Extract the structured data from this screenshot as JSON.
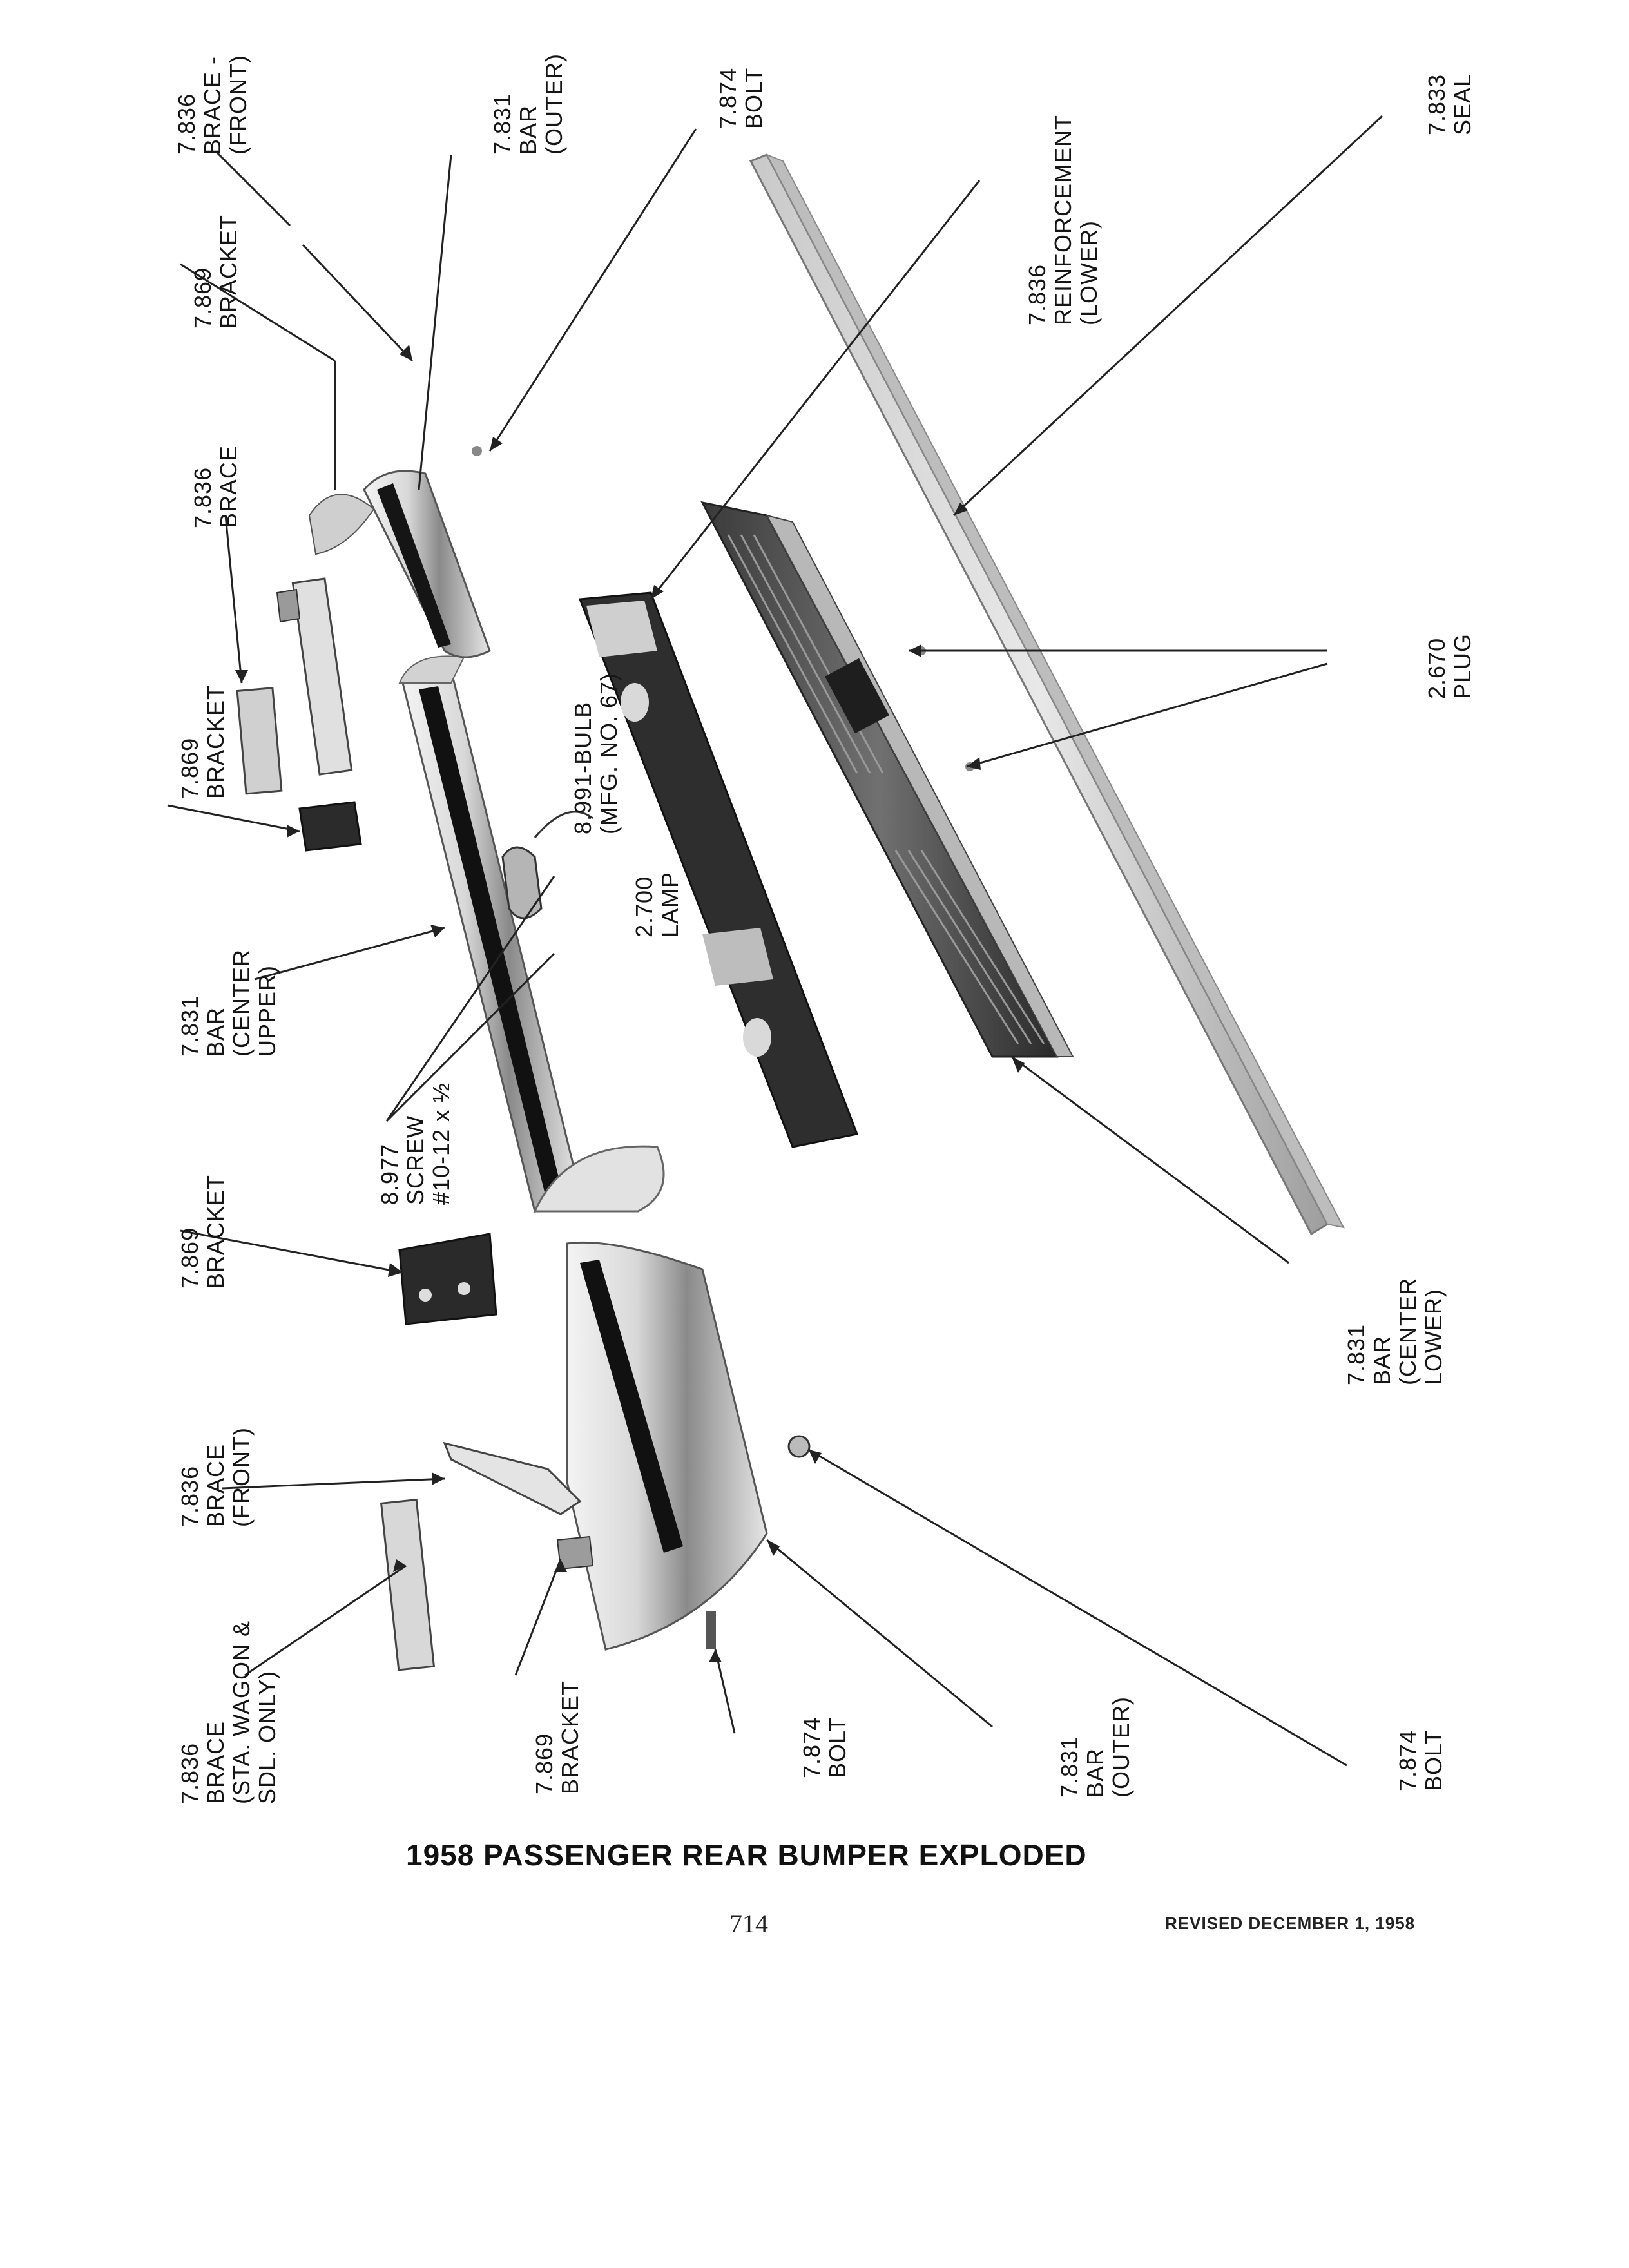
{
  "callouts": {
    "brace_front_top": [
      "7.836",
      "BRACE -",
      "(FRONT)"
    ],
    "bar_outer_top": [
      "7.831",
      "BAR",
      "(OUTER)"
    ],
    "bolt_top": [
      "7.874",
      "BOLT"
    ],
    "reinforcement_lower": [
      "7.836",
      "REINFORCEMENT",
      "(LOWER)"
    ],
    "seal": [
      "7.833",
      "SEAL"
    ],
    "bracket_upper": [
      "7.869",
      "BRACKET"
    ],
    "brace_upper": [
      "7.836",
      "BRACE"
    ],
    "bracket_mid": [
      "7.869",
      "BRACKET"
    ],
    "bulb": [
      "8.991-BULB",
      "(MFG. NO. 67)"
    ],
    "plug": [
      "2.670",
      "PLUG"
    ],
    "lamp": [
      "2.700",
      "LAMP"
    ],
    "bar_center_upper": [
      "7.831",
      "BAR",
      "(CENTER",
      "UPPER)"
    ],
    "screw": [
      "8.977",
      "SCREW",
      "#10-12 x ½"
    ],
    "bracket_lower_left": [
      "7.869",
      "BRACKET"
    ],
    "bar_center_lower": [
      "7.831",
      "BAR",
      "(CENTER",
      "LOWER)"
    ],
    "brace_front_bottom": [
      "7.836",
      "BRACE",
      "(FRONT)"
    ],
    "brace_sta_wagon": [
      "7.836",
      "BRACE",
      "(STA. WAGON &",
      "SDL. ONLY)"
    ],
    "bracket_bottom": [
      "7.869",
      "BRACKET"
    ],
    "bolt_bottom_left": [
      "7.874",
      "BOLT"
    ],
    "bar_outer_bottom": [
      "7.831",
      "BAR",
      "(OUTER)"
    ],
    "bolt_bottom_right": [
      "7.874",
      "BOLT"
    ]
  },
  "caption": "1958 PASSENGER REAR BUMPER EXPLODED",
  "page_number": "714",
  "revised": "REVISED DECEMBER 1, 1958"
}
